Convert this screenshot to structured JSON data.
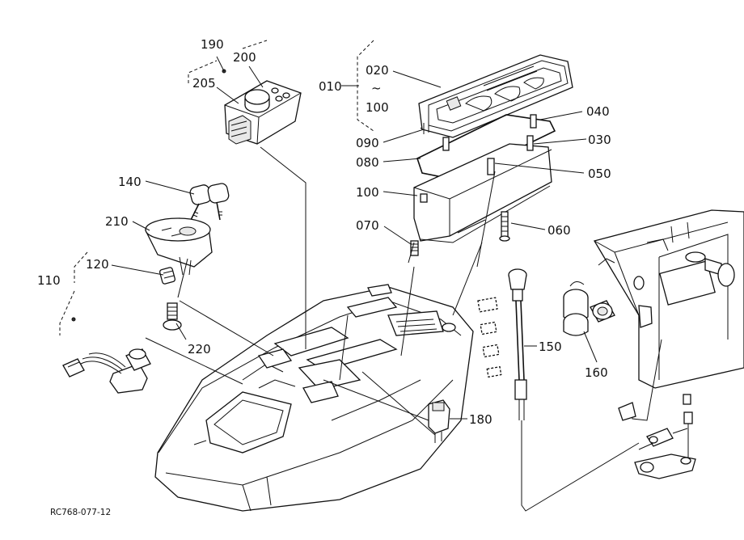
{
  "callouts": {
    "c190": "190",
    "c200": "200",
    "c205": "205",
    "c010": "010",
    "c020": "020",
    "tilde": "~",
    "c100a": "100",
    "c040": "040",
    "c030": "030",
    "c090": "090",
    "c080": "080",
    "c050": "050",
    "c100b": "100",
    "c140": "140",
    "c210": "210",
    "c070": "070",
    "c060": "060",
    "c110": "110",
    "c120": "120",
    "c220": "220",
    "c150": "150",
    "c160": "160",
    "c180": "180"
  },
  "drawing_code": "RC768-077-12"
}
